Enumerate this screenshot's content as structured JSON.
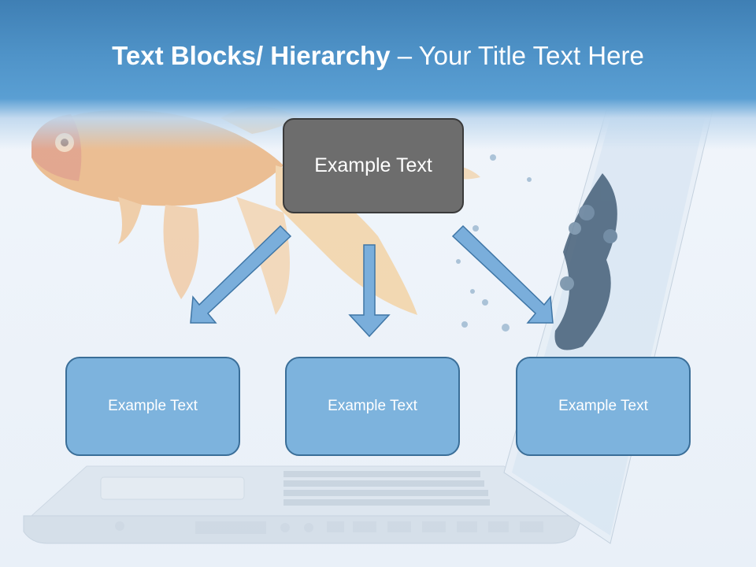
{
  "slide": {
    "title_bold": "Text Blocks/ Hierarchy",
    "title_rest": " – Your Title Text Here",
    "top_box": "Example Text",
    "children": [
      "Example Text",
      "Example Text",
      "Example Text"
    ]
  },
  "colors": {
    "title_band": "#4f93c8",
    "top_box_fill": "#6d6d6d",
    "child_box_fill": "#7db3dd",
    "arrow_fill": "#7aaedb"
  },
  "icons": [
    "goldfish-image",
    "laptop-image",
    "water-splash-image",
    "arrow-down-left",
    "arrow-down",
    "arrow-down-right"
  ]
}
